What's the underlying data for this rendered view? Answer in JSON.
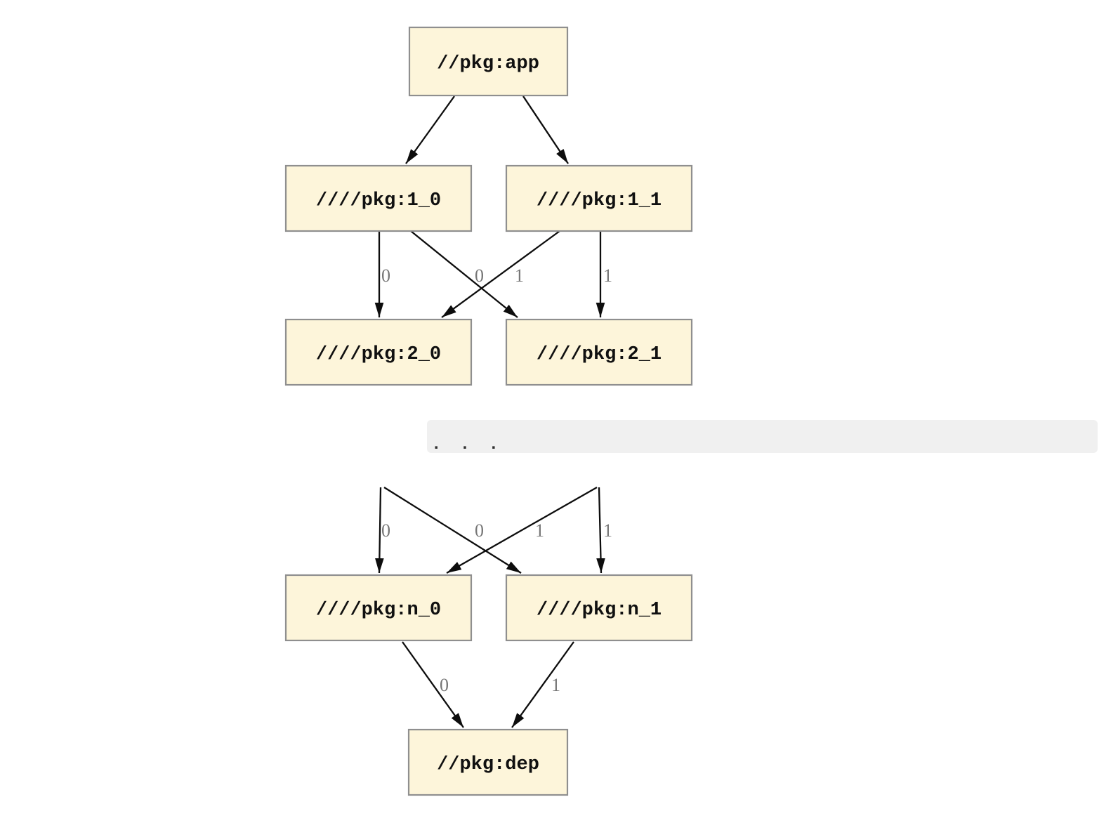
{
  "colors": {
    "background": "#ffffff",
    "node_fill": "#fdf5da",
    "node_border": "#8f8f8f",
    "edge": "#0d0d0d",
    "edge_label": "#767676",
    "ellipsis_band": "#f0f0f0"
  },
  "diagram": {
    "type": "dependency-graph",
    "nodes": [
      {
        "id": "app",
        "label": "//pkg:app"
      },
      {
        "id": "pkg-1-0",
        "label": "////pkg:1_0"
      },
      {
        "id": "pkg-1-1",
        "label": "////pkg:1_1"
      },
      {
        "id": "pkg-2-0",
        "label": "////pkg:2_0"
      },
      {
        "id": "pkg-2-1",
        "label": "////pkg:2_1"
      },
      {
        "id": "pkg-n-0",
        "label": "////pkg:n_0"
      },
      {
        "id": "pkg-n-1",
        "label": "////pkg:n_1"
      },
      {
        "id": "dep",
        "label": "//pkg:dep"
      }
    ],
    "ellipsis": ". . .",
    "edges": [
      {
        "from": "app",
        "to": "pkg-1-0",
        "label": ""
      },
      {
        "from": "app",
        "to": "pkg-1-1",
        "label": ""
      },
      {
        "from": "pkg-1-0",
        "to": "pkg-2-0",
        "label": "0"
      },
      {
        "from": "pkg-1-0",
        "to": "pkg-2-1",
        "label": "0"
      },
      {
        "from": "pkg-1-1",
        "to": "pkg-2-0",
        "label": "1"
      },
      {
        "from": "pkg-1-1",
        "to": "pkg-2-1",
        "label": "1"
      },
      {
        "from": "pkg-n-1-0",
        "to": "pkg-n-0",
        "label": "0"
      },
      {
        "from": "pkg-n-1-0",
        "to": "pkg-n-1",
        "label": "0"
      },
      {
        "from": "pkg-n-1-1",
        "to": "pkg-n-0",
        "label": "1"
      },
      {
        "from": "pkg-n-1-1",
        "to": "pkg-n-1",
        "label": "1"
      },
      {
        "from": "pkg-n-0",
        "to": "dep",
        "label": "0"
      },
      {
        "from": "pkg-n-1",
        "to": "dep",
        "label": "1"
      }
    ]
  }
}
